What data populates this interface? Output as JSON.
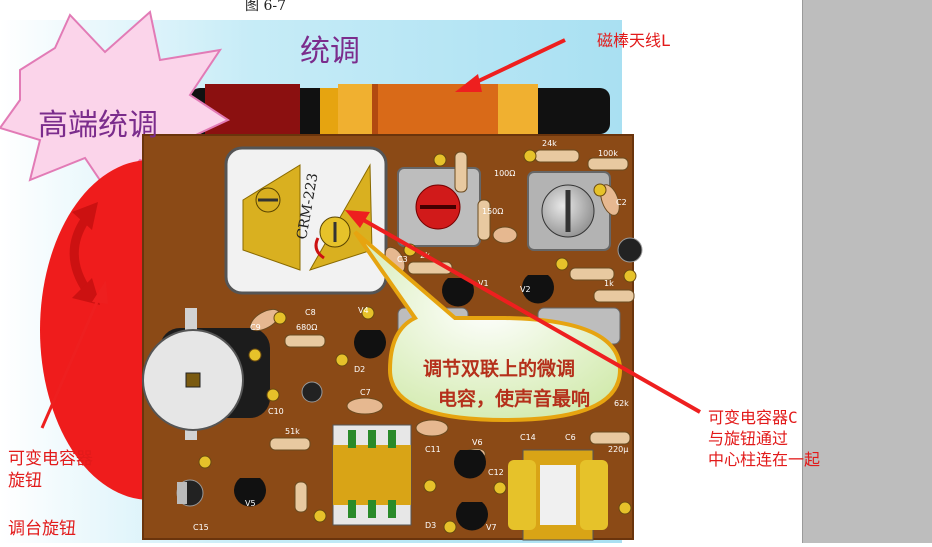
{
  "figure": {
    "caption": "图 6-7"
  },
  "title": "统调",
  "labels": {
    "antenna": "磁棒天线L",
    "high_end": "高端统调",
    "knob_line1": "可变电容器",
    "knob_line2": "旋钮",
    "tuning_knob": "调台旋钮",
    "cap_line1": "可变电容器C",
    "cap_line2": "与旋钮通过",
    "cap_line3": "中心柱连在一起",
    "bubble_line1": "调节双联上的微调",
    "bubble_line2": "电容，使声音最响"
  },
  "pcb_labels": {
    "crm": "CRM-223",
    "r24k": "24k",
    "r100k": "100k",
    "r680": "680Ω",
    "r51k": "51k",
    "r62k": "62k",
    "r2k": "2k",
    "r150": "150Ω",
    "r100": "100Ω",
    "r1k": "1k",
    "c2": "C2",
    "c3": "C3",
    "c6": "C6",
    "c7": "C7",
    "c8": "C8",
    "c9": "C9",
    "c10": "C10",
    "c11": "C11",
    "c12": "C12",
    "c14": "C14",
    "c15": "C15",
    "v1": "V1",
    "v2": "V2",
    "v4": "V4",
    "v5": "V5",
    "v6": "V6",
    "v7": "V7",
    "d2": "D2",
    "d3": "D3",
    "c220": "220μ"
  },
  "colors": {
    "label_red": "#e21a1a",
    "title_purple": "#7b2c8c",
    "board": "#8b4a16",
    "side_panel": "#bdbdbd"
  }
}
